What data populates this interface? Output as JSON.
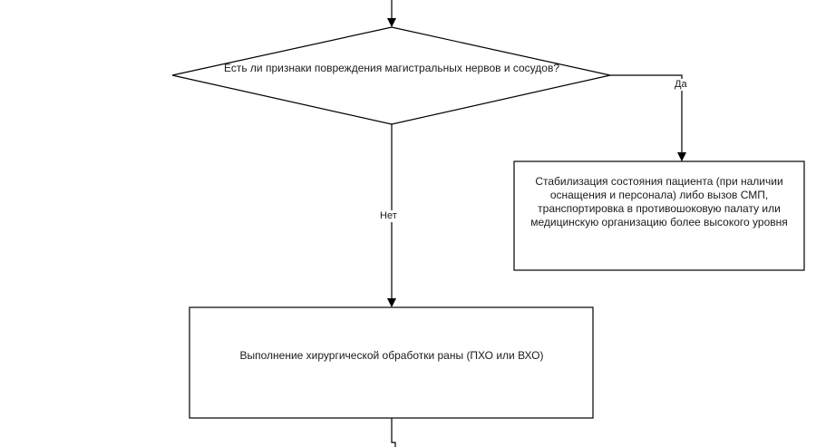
{
  "flowchart": {
    "decision": {
      "text": "Есть ли признаки повреждения магистральных нервов и сосудов?"
    },
    "edges": {
      "yes_label": "Да",
      "no_label": "Нет"
    },
    "stabilization_box": {
      "text": "Стабилизация состояния пациента (при наличии оснащения и персонала) либо вызов СМП, транспортировка в противошоковую палату или медицинскую организацию более высокого уровня"
    },
    "surgery_box": {
      "text": "Выполнение хирургической обработки раны (ПХО или ВХО)"
    }
  }
}
